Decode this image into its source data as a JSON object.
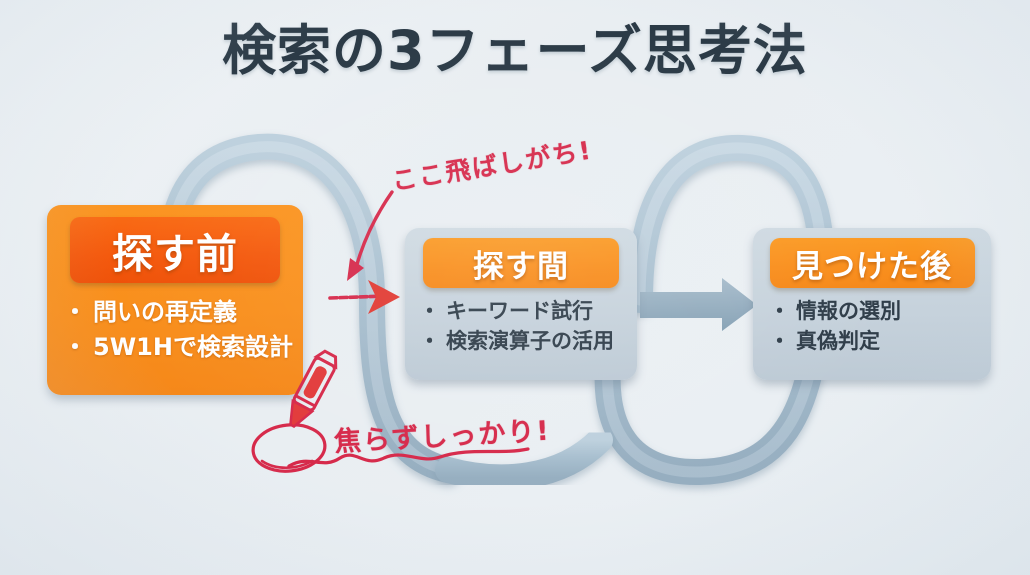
{
  "title": "検索の3フェーズ思考法",
  "colors": {
    "background": "#eaeff3",
    "title_text": "#2b3a46",
    "orange_card": "#f98f1c",
    "orange_head_deep": "#f4590d",
    "orange_head_light": "#f98e1c",
    "gray_card": "#c6d2dc",
    "ribbon": "#a9bfcf",
    "annotation_red": "#d6294a",
    "arrow_gray": "#8fa7b8"
  },
  "phases": [
    {
      "id": "pre",
      "heading": "探す前",
      "bullet_marker": "・",
      "bullets": [
        "問いの再定義",
        "5W1Hで検索設計"
      ],
      "style": "orange"
    },
    {
      "id": "during",
      "heading": "探す間",
      "bullet_marker": "・",
      "bullets": [
        "キーワード試行",
        "検索演算子の活用"
      ],
      "style": "gray"
    },
    {
      "id": "after",
      "heading": "見つけた後",
      "bullet_marker": "・",
      "bullets": [
        "情報の選別",
        "真偽判定"
      ],
      "style": "gray"
    }
  ],
  "annotations": [
    {
      "id": "skip",
      "text": "ここ飛ばしがち!",
      "icon": "red-curved-arrow-icon"
    },
    {
      "id": "steady",
      "text": "焦らずしっかり!",
      "icon": "red-pencil-icon"
    }
  ],
  "decorations": {
    "ribbon": "looping-ribbon-path",
    "red_arrow": "red-horizontal-arrow-icon",
    "gray_arrow": "gray-right-arrow-icon",
    "red_circle": "red-hand-drawn-circle",
    "red_squiggle": "red-hand-drawn-underline",
    "pencil": "red-pencil-icon"
  }
}
